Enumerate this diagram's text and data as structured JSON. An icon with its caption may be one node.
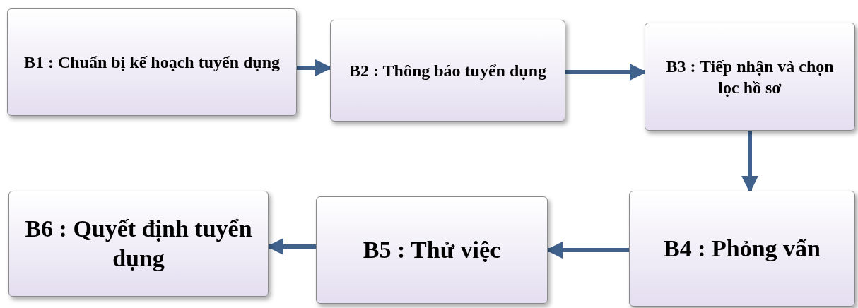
{
  "diagram": {
    "nodes": [
      {
        "text": [
          "B1 : Chuẩn bị kế hoạch tuyển dụng"
        ]
      },
      {
        "text": [
          "B2 : Thông báo tuyển dụng"
        ]
      },
      {
        "text": [
          "B3 : Tiếp nhận và chọn lọc hồ sơ"
        ]
      },
      {
        "text": [
          "B4 : Phỏng vấn"
        ]
      },
      {
        "text": [
          "B5 : Thử việc"
        ]
      },
      {
        "text": [
          "B6 : Quyết định tuyển dụng"
        ]
      }
    ],
    "edges": [
      {
        "from": 0,
        "to": 1,
        "arrow": "to"
      },
      {
        "from": 1,
        "to": 2,
        "arrow": "to"
      },
      {
        "from": 2,
        "to": 3,
        "arrow": "to"
      },
      {
        "from": 3,
        "to": 4,
        "arrow": "to"
      },
      {
        "from": 4,
        "to": 5,
        "arrow": "to"
      }
    ]
  }
}
